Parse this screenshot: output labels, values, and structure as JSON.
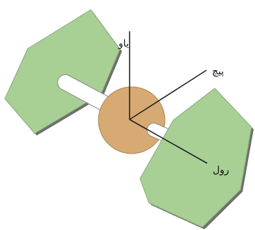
{
  "axes": {
    "yaw": "یاو",
    "pitch": "پیچ",
    "roll": "رول"
  },
  "colors": {
    "panel_fill": "#a8cf94",
    "panel_edge": "#8aa97a",
    "panel_shadow": "#6e6e6e",
    "rod_fill": "#ffffff",
    "rod_edge": "#8a8a8a",
    "body_fill": "#d6aa72",
    "body_edge": "#a98554",
    "axis_line": "#222222"
  }
}
